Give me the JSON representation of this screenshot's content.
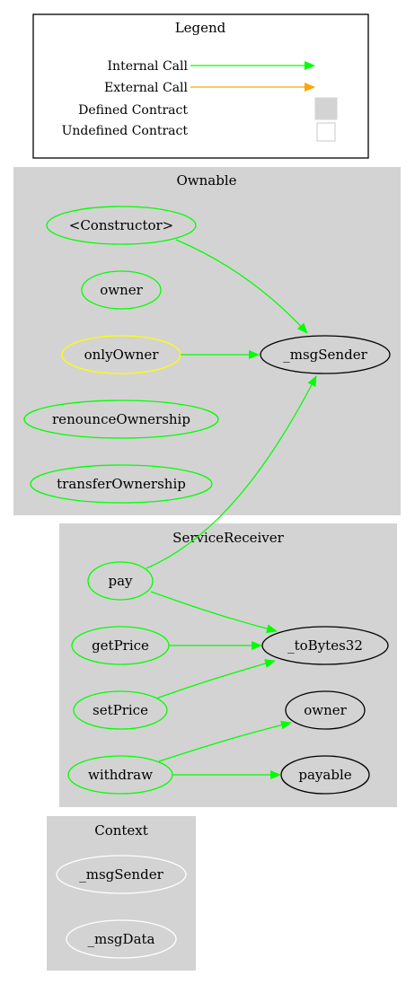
{
  "legend": {
    "title": "Legend",
    "internal_call": "Internal Call",
    "external_call": "External Call",
    "defined_contract": "Defined Contract",
    "undefined_contract": "Undefined Contract"
  },
  "clusters": {
    "ownable": {
      "title": "Ownable",
      "nodes": {
        "constructor": "<Constructor>",
        "owner": "owner",
        "only_owner": "onlyOwner",
        "renounce_ownership": "renounceOwnership",
        "transfer_ownership": "transferOwnership",
        "msg_sender": "_msgSender"
      }
    },
    "service_receiver": {
      "title": "ServiceReceiver",
      "nodes": {
        "pay": "pay",
        "get_price": "getPrice",
        "set_price": "setPrice",
        "withdraw": "withdraw",
        "to_bytes32": "_toBytes32",
        "owner": "owner",
        "payable": "payable"
      }
    },
    "context": {
      "title": "Context",
      "nodes": {
        "msg_sender": "_msgSender",
        "msg_data": "_msgData"
      }
    }
  },
  "colors": {
    "internal_call": "#00ff00",
    "external_call": "#ffa500",
    "defined_contract_fill": "#d3d3d3",
    "modifier_outline": "#ffff00",
    "undefined_node_outline": "#000000",
    "context_node_outline": "#ffffff"
  }
}
